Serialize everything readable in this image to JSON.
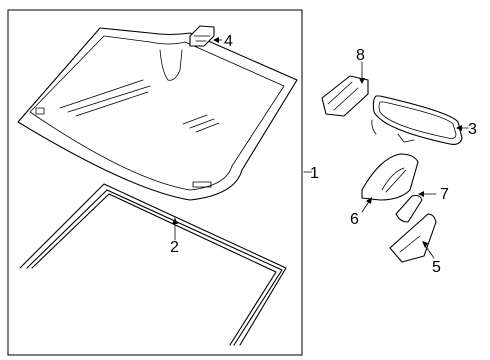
{
  "callouts": [
    {
      "id": "1",
      "text": "1",
      "part": "windshield-assembly"
    },
    {
      "id": "2",
      "text": "2",
      "part": "windshield-molding"
    },
    {
      "id": "3",
      "text": "3",
      "part": "rearview-mirror"
    },
    {
      "id": "4",
      "text": "4",
      "part": "mirror-bracket-clip"
    },
    {
      "id": "5",
      "text": "5",
      "part": "mount-cover-lower"
    },
    {
      "id": "6",
      "text": "6",
      "part": "sensor-cover"
    },
    {
      "id": "7",
      "text": "7",
      "part": "mount-cover-upper"
    },
    {
      "id": "8",
      "text": "8",
      "part": "mirror-mount"
    }
  ]
}
